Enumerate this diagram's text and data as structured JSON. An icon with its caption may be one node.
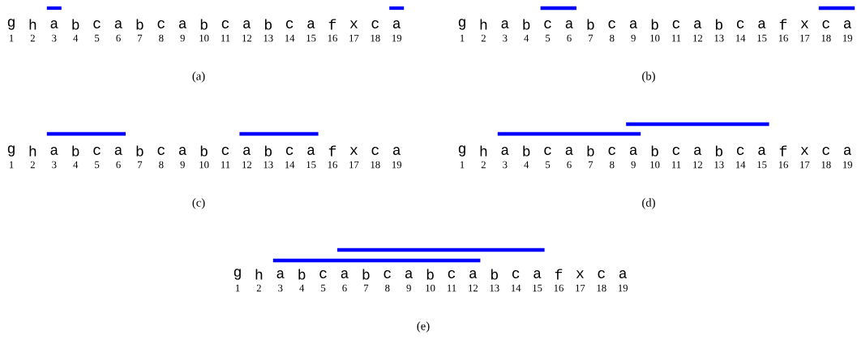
{
  "diagram": {
    "labels": [
      "g",
      "h",
      "a",
      "b",
      "c",
      "a",
      "b",
      "c",
      "a",
      "b",
      "c",
      "a",
      "b",
      "c",
      "a",
      "f",
      "x",
      "c",
      "a",
      "1",
      "2",
      "3",
      "4",
      "5",
      "6",
      "7",
      "8",
      "9",
      "10",
      "11",
      "12",
      "13",
      "14",
      "15",
      "16",
      "17",
      "18",
      "19",
      "(a)",
      "g",
      "h",
      "a",
      "b",
      "c",
      "a",
      "b",
      "c",
      "a",
      "b",
      "c",
      "a",
      "b",
      "c",
      "a",
      "f",
      "x",
      "c",
      "a",
      "1",
      "2",
      "3",
      "4",
      "5",
      "6",
      "7",
      "8",
      "9",
      "10",
      "11",
      "12",
      "13",
      "14",
      "15",
      "16",
      "17",
      "18",
      "19",
      "(b)",
      "g",
      "h",
      "a",
      "b",
      "c",
      "a",
      "b",
      "c",
      "a",
      "b",
      "c",
      "a",
      "b",
      "c",
      "a",
      "f",
      "x",
      "c",
      "a",
      "1",
      "2",
      "3",
      "4",
      "5",
      "6",
      "7",
      "8",
      "9",
      "10",
      "11",
      "12",
      "13",
      "14",
      "15",
      "16",
      "17",
      "18",
      "19",
      "(c)",
      "g",
      "h",
      "a",
      "b",
      "c",
      "a",
      "b",
      "c",
      "a",
      "b",
      "c",
      "a",
      "b",
      "c",
      "a",
      "f",
      "x",
      "c",
      "a",
      "1",
      "2",
      "3",
      "4",
      "5",
      "6",
      "7",
      "8",
      "9",
      "10",
      "11",
      "12",
      "13",
      "14",
      "15",
      "16",
      "17",
      "18",
      "19",
      "(d)",
      "g",
      "h",
      "a",
      "b",
      "c",
      "a",
      "b",
      "c",
      "a",
      "b",
      "c",
      "a",
      "b",
      "c",
      "a",
      "f",
      "x",
      "c",
      "a",
      "1",
      "2",
      "3",
      "4",
      "5",
      "6",
      "7",
      "8",
      "9",
      "10",
      "11",
      "12",
      "13",
      "14",
      "15",
      "16",
      "17",
      "18",
      "19",
      "(e)"
    ]
  }
}
